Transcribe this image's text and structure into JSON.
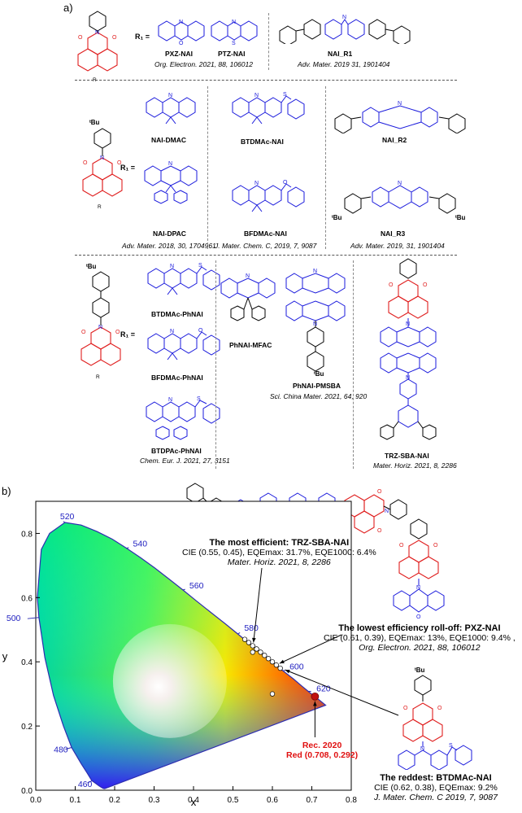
{
  "panels": {
    "a": "a)",
    "b": "b)"
  },
  "row1": {
    "r1_label": "R₁ =",
    "mol_a": "PXZ-NAI",
    "mol_b": "PTZ-NAI",
    "ref_ab": "Org. Electron. 2021, 88, 106012",
    "mol_c": "NAI_R1",
    "ref_c": "Adv. Mater. 2019 31, 1901404"
  },
  "row2": {
    "r1_label": "R₁ =",
    "mol_dmac": "NAI-DMAC",
    "mol_dpac": "NAI-DPAC",
    "ref_dmac": "Adv. Mater. 2018, 30, 1704961",
    "mol_btdmac": "BTDMAc-NAI",
    "mol_bfdmac": "BFDMAc-NAI",
    "ref_bt": "J. Mater. Chem. C, 2019, 7, 9087",
    "mol_r2": "NAI_R2",
    "mol_r3": "NAI_R3",
    "ref_r": "Adv. Mater. 2019, 31, 1901404",
    "tbu": "ᵗBu"
  },
  "row3": {
    "r1_label": "R₁ =",
    "mol_btdmac_ph": "BTDMAc-PhNAI",
    "mol_bfdmac_ph": "BFDMAc-PhNAI",
    "mol_btdpac_ph": "BTDPAc-PhNAI",
    "ref_btdpac": "Chem. Eur. J. 2021, 27, 3151",
    "mol_mfac": "PhNAI-MFAC",
    "mol_pmsba": "PhNAI-PMSBA",
    "ref_pm": "Sci. China Mater. 2021, 64, 920",
    "mol_trz": "TRZ-SBA-NAI",
    "ref_trz": "Mater. Horiz. 2021, 8, 2286",
    "tbu": "ᵗBu"
  },
  "notes": {
    "efficient_title": "The most efficient:",
    "efficient_name": "TRZ-SBA-NAI",
    "efficient_cie": "CIE (0.55, 0.45), EQEmax: 31.7%, EQE1000: 6.4%",
    "efficient_ref": "Mater. Horiz. 2021, 8, 2286",
    "rolloff_title": "The lowest efficiency  roll-off:",
    "rolloff_name": "PXZ-NAI",
    "rolloff_cie": "CIE (0.61, 0.39), EQEmax: 13%, EQE1000: 9.4% ,",
    "rolloff_ref": "Org. Electron. 2021, 88, 106012",
    "reddest_title": "The reddest:",
    "reddest_name": "BTDMAc-NAI",
    "reddest_cie": "CIE (0.62, 0.38), EQEmax: 9.2%",
    "reddest_ref": "J. Mater. Chem. C 2019, 7, 9087",
    "rec_line1": "Rec. 2020",
    "rec_line2": "Red (0.708, 0.292)"
  },
  "chart_data": {
    "type": "scatter",
    "xlabel": "x",
    "ylabel": "y",
    "xlim": [
      0.0,
      0.8
    ],
    "ylim": [
      0.0,
      0.9
    ],
    "xticks": [
      "0.0",
      "0.1",
      "0.2",
      "0.3",
      "0.4",
      "0.5",
      "0.6",
      "0.7",
      "0.8"
    ],
    "yticks": [
      "0.0",
      "0.2",
      "0.4",
      "0.6",
      "0.8"
    ],
    "wavelength_labels": [
      {
        "text": "460",
        "x": 0.144,
        "y": 0.03
      },
      {
        "text": "480",
        "x": 0.091,
        "y": 0.133
      },
      {
        "text": "500",
        "x": 0.008,
        "y": 0.538
      },
      {
        "text": "520",
        "x": 0.074,
        "y": 0.834
      },
      {
        "text": "540",
        "x": 0.23,
        "y": 0.754
      },
      {
        "text": "560",
        "x": 0.373,
        "y": 0.624
      },
      {
        "text": "580",
        "x": 0.512,
        "y": 0.487
      },
      {
        "text": "600",
        "x": 0.627,
        "y": 0.372
      },
      {
        "text": "620",
        "x": 0.691,
        "y": 0.308
      }
    ],
    "series": [
      {
        "values": [
          {
            "x": 0.55,
            "y": 0.45
          },
          {
            "x": 0.56,
            "y": 0.44
          },
          {
            "x": 0.57,
            "y": 0.43
          },
          {
            "x": 0.58,
            "y": 0.42
          },
          {
            "x": 0.59,
            "y": 0.41
          },
          {
            "x": 0.6,
            "y": 0.4
          },
          {
            "x": 0.61,
            "y": 0.39
          },
          {
            "x": 0.62,
            "y": 0.38
          },
          {
            "x": 0.54,
            "y": 0.46
          },
          {
            "x": 0.53,
            "y": 0.47
          },
          {
            "x": 0.55,
            "y": 0.43
          },
          {
            "x": 0.6,
            "y": 0.3
          }
        ]
      }
    ],
    "rec2020": {
      "x": 0.708,
      "y": 0.292
    }
  }
}
